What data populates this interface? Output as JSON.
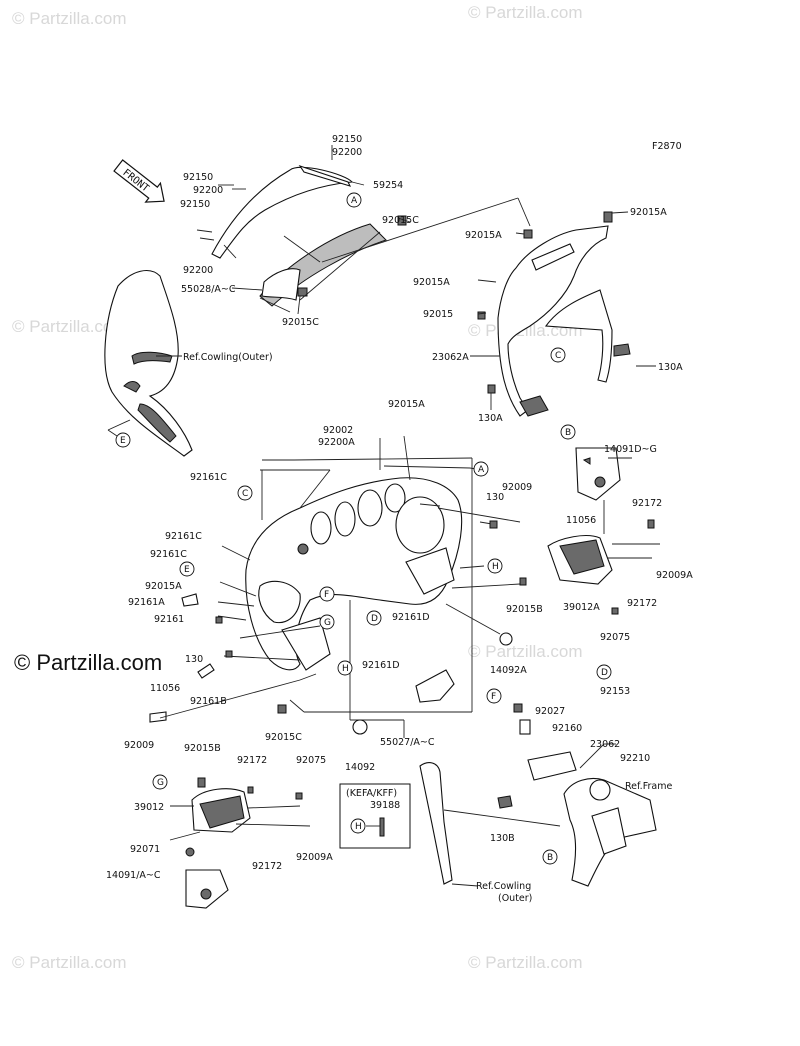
{
  "figure_code": "F2870",
  "front_arrow": "FRONT",
  "watermark": "© Partzilla.com",
  "watermark_main": "© Partzilla.com",
  "box_note": {
    "title": "(KEFA/KFF)",
    "part": "39188",
    "callout": "H"
  },
  "labels": {
    "l92150a": "92150",
    "l92200a": "92200",
    "l92150b": "92150",
    "l92200b": "92200",
    "l92150c": "92150",
    "l59254": "59254",
    "l92015c_a": "92015C",
    "l92200c": "92200",
    "l55028": "55028/A~C",
    "l92015c_b": "92015C",
    "lrefcowl1": "Ref.Cowling(Outer)",
    "l92015a_a": "92015A",
    "l92015a_b": "92015A",
    "l92015a_c": "92015A",
    "l92015": "92015",
    "l23062a": "23062A",
    "l130a_a": "130A",
    "l130a_b": "130A",
    "l92002": "92002",
    "l92200a2": "92200A",
    "l92015a_d": "92015A",
    "l92161c_a": "92161C",
    "l14091dg": "14091D~G",
    "l130_a": "130",
    "l92009_a": "92009",
    "l11056_a": "11056",
    "l92172_a": "92172",
    "l92161c_b": "92161C",
    "l92161c_c": "92161C",
    "l92015a_e": "92015A",
    "l92161a": "92161A",
    "l92161": "92161",
    "l92009a_a": "92009A",
    "l92015b_a": "92015B",
    "l39012a": "39012A",
    "l92172_b": "92172",
    "l92075_a": "92075",
    "l14092a": "14092A",
    "l92161d_a": "92161D",
    "l92161d_b": "92161D",
    "l130_b": "130",
    "l11056_b": "11056",
    "l92161b": "92161B",
    "l92153": "92153",
    "l92009_b": "92009",
    "l92015c_c": "92015C",
    "l55027": "55027/A~C",
    "l92027": "92027",
    "l92160": "92160",
    "l14092": "14092",
    "l23062": "23062",
    "l92210": "92210",
    "l92015b_b": "92015B",
    "l92172_c": "92172",
    "l92075_b": "92075",
    "lrefframe": "Ref.Frame",
    "l39012": "39012",
    "l130b": "130B",
    "l92071": "92071",
    "l92172_d": "92172",
    "l92009a_b": "92009A",
    "l14091ac": "14091/A~C",
    "lrefcowl2a": "Ref.Cowling",
    "lrefcowl2b": "(Outer)"
  },
  "callouts": {
    "ca1": "A",
    "ce1": "E",
    "cc1": "C",
    "cb1": "B",
    "ca2": "A",
    "cc2": "C",
    "ce2": "E",
    "cg1": "G",
    "cf1": "F",
    "cd1": "D",
    "ch1": "H",
    "ch2": "H",
    "cd2": "D",
    "cf2": "F",
    "cg2": "G",
    "cb2": "B"
  }
}
